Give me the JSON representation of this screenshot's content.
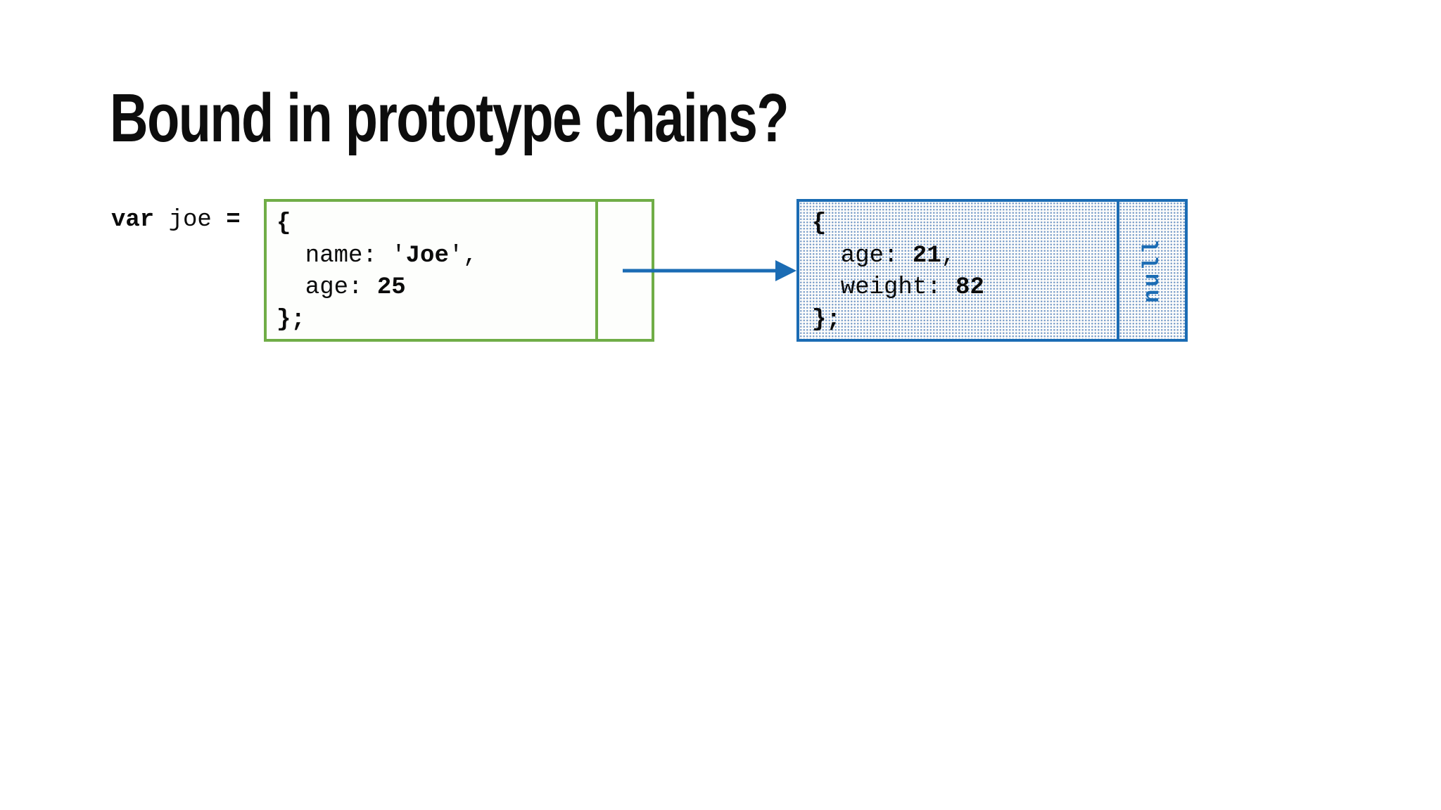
{
  "slide": {
    "title": "Bound in prototype chains?"
  },
  "colors": {
    "green_accent": "#70AD47",
    "blue_accent": "#1B6CB4",
    "text": "#0B0B0B",
    "background": "#FFFFFF"
  },
  "var_label": {
    "lines": [
      [
        {
          "t": "var",
          "b": true
        },
        {
          "t": " joe ",
          "b": false
        },
        {
          "t": "=",
          "b": true
        }
      ]
    ]
  },
  "joe_object": {
    "lines": [
      [
        {
          "t": "{",
          "b": true
        }
      ],
      [
        {
          "t": "  name: ",
          "b": false
        },
        {
          "t": "'",
          "b": false
        },
        {
          "t": "Joe",
          "b": true
        },
        {
          "t": "'",
          "b": false
        },
        {
          "t": ",",
          "b": false
        }
      ],
      [
        {
          "t": "  age: ",
          "b": false
        },
        {
          "t": "25",
          "b": true
        }
      ],
      [
        {
          "t": "};",
          "b": true
        }
      ]
    ]
  },
  "proto_object": {
    "lines": [
      [
        {
          "t": "{",
          "b": true
        }
      ],
      [
        {
          "t": "  age: ",
          "b": false
        },
        {
          "t": "21",
          "b": true
        },
        {
          "t": ",",
          "b": false
        }
      ],
      [
        {
          "t": "  weight: ",
          "b": false
        },
        {
          "t": "82",
          "b": true
        }
      ],
      [
        {
          "t": "};",
          "b": true
        }
      ]
    ],
    "proto_label": "null"
  }
}
